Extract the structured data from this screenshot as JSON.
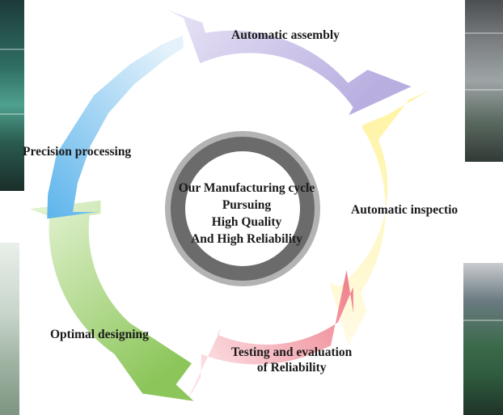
{
  "diagram": {
    "center": {
      "line1": "Our Manufacturing  cycle",
      "line2": "Pursuing",
      "line3": "High Quality",
      "line4": "And High Reliability"
    },
    "stages": {
      "assembly": "Automatic assembly",
      "inspection": "Automatic inspectio",
      "testing_line1": "Testing and evaluation",
      "testing_line2": "of Reliability",
      "designing": "Optimal designing",
      "precision": "Precision processing"
    },
    "colors": {
      "assembly": "#b9aee0",
      "inspection": "#fff6b5",
      "testing": "#f08a96",
      "designing": "#a9d67e",
      "precision": "#7ec2ee",
      "ring": "#6b6b6b"
    }
  }
}
